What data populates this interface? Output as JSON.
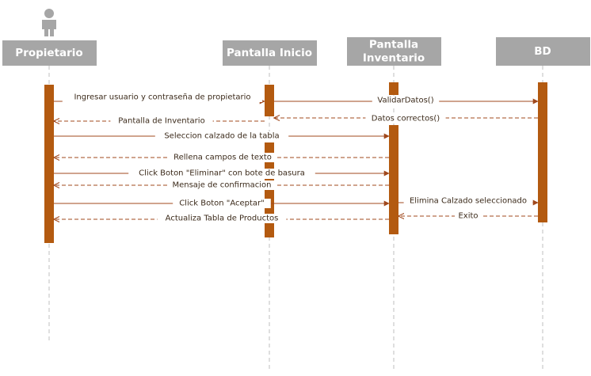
{
  "colors": {
    "header_bg": "#a6a6a6",
    "header_text": "#ffffff",
    "activation": "#b35a10",
    "arrow": "#a0481c",
    "lifeline": "#bfbfbf",
    "actor": "#a6a6a6"
  },
  "actor_icon": "person-icon",
  "participants": [
    {
      "key": "propietario",
      "lines": [
        "Propietario"
      ]
    },
    {
      "key": "pantalla-inicio",
      "lines": [
        "Pantalla Inicio"
      ]
    },
    {
      "key": "pantalla-inventario",
      "lines": [
        "Pantalla",
        "Inventario"
      ]
    },
    {
      "key": "bd",
      "lines": [
        "BD"
      ]
    }
  ],
  "messages": [
    {
      "text": "Ingresar usuario y contraseña de propietario",
      "from": 0,
      "to": 1,
      "kind": "sync"
    },
    {
      "text": "ValidarDatos()",
      "from": 1,
      "to": 3,
      "kind": "sync"
    },
    {
      "text": "Datos correctos()",
      "from": 3,
      "to": 1,
      "kind": "return"
    },
    {
      "text": "Pantalla de Inventario",
      "from": 1,
      "to": 0,
      "kind": "return"
    },
    {
      "text": "Seleccion calzado de la tabla",
      "from": 0,
      "to": 2,
      "kind": "sync"
    },
    {
      "text": "Rellena campos de texto",
      "from": 2,
      "to": 0,
      "kind": "return"
    },
    {
      "text": "Click Boton \"Eliminar\" con bote de basura",
      "from": 0,
      "to": 2,
      "kind": "sync"
    },
    {
      "text": "Mensaje de confirmacion",
      "from": 2,
      "to": 0,
      "kind": "return"
    },
    {
      "text": "Click Boton \"Aceptar\"",
      "from": 0,
      "to": 2,
      "kind": "sync"
    },
    {
      "text": "Elimina Calzado seleccionado",
      "from": 2,
      "to": 3,
      "kind": "sync"
    },
    {
      "text": "Exito",
      "from": 3,
      "to": 2,
      "kind": "return"
    },
    {
      "text": "Actualiza Tabla de Productos",
      "from": 2,
      "to": 0,
      "kind": "return"
    }
  ]
}
